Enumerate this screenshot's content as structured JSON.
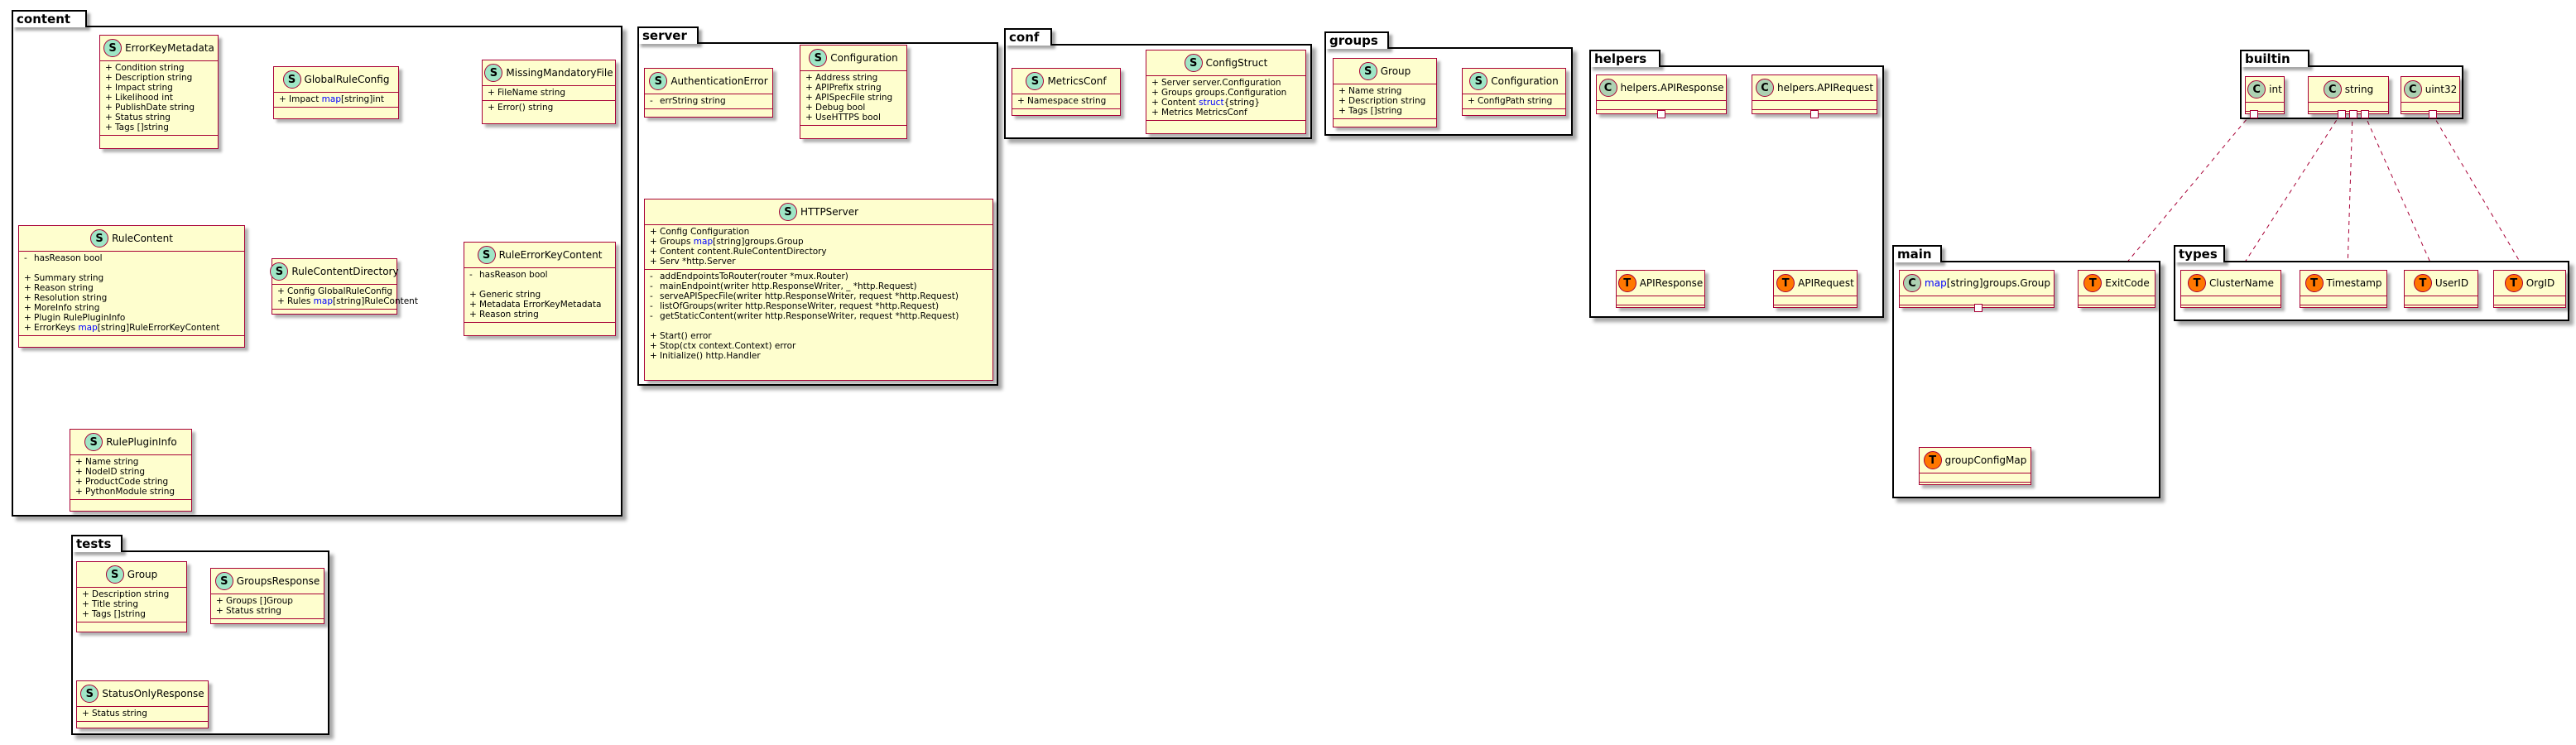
{
  "packages": {
    "content": {
      "title": "content",
      "classes": {
        "ErrorKeyMetadata": {
          "name": "ErrorKeyMetadata",
          "stereotype": "S",
          "fields": [
            {
              "vis": "+",
              "text": "Condition string"
            },
            {
              "vis": "+",
              "text": "Description string"
            },
            {
              "vis": "+",
              "text": "Impact string"
            },
            {
              "vis": "+",
              "text": "Likelihood int"
            },
            {
              "vis": "+",
              "text": "PublishDate string"
            },
            {
              "vis": "+",
              "text": "Status string"
            },
            {
              "vis": "+",
              "text": "Tags []string"
            }
          ]
        },
        "GlobalRuleConfig": {
          "name": "GlobalRuleConfig",
          "stereotype": "S",
          "fields": [
            {
              "vis": "+",
              "pre": "Impact ",
              "kw": "map",
              "post": "[string]int"
            }
          ]
        },
        "MissingMandatoryFile": {
          "name": "MissingMandatoryFile",
          "stereotype": "S",
          "fields": [
            {
              "vis": "+",
              "text": "FileName string"
            }
          ],
          "methods": [
            {
              "vis": "+",
              "text": "Error() string"
            }
          ]
        },
        "RuleContent": {
          "name": "RuleContent",
          "stereotype": "S",
          "fields": [
            {
              "vis": "-",
              "text": "hasReason bool"
            },
            {
              "gap": true
            },
            {
              "vis": "+",
              "text": "Summary string"
            },
            {
              "vis": "+",
              "text": "Reason string"
            },
            {
              "vis": "+",
              "text": "Resolution string"
            },
            {
              "vis": "+",
              "text": "MoreInfo string"
            },
            {
              "vis": "+",
              "text": "Plugin RulePluginInfo"
            },
            {
              "vis": "+",
              "pre": "ErrorKeys ",
              "kw": "map",
              "post": "[string]RuleErrorKeyContent"
            }
          ]
        },
        "RuleContentDirectory": {
          "name": "RuleContentDirectory",
          "stereotype": "S",
          "fields": [
            {
              "vis": "+",
              "text": "Config GlobalRuleConfig"
            },
            {
              "vis": "+",
              "pre": "Rules ",
              "kw": "map",
              "post": "[string]RuleContent"
            }
          ]
        },
        "RuleErrorKeyContent": {
          "name": "RuleErrorKeyContent",
          "stereotype": "S",
          "fields": [
            {
              "vis": "-",
              "text": "hasReason bool"
            },
            {
              "gap": true
            },
            {
              "vis": "+",
              "text": "Generic string"
            },
            {
              "vis": "+",
              "text": "Metadata ErrorKeyMetadata"
            },
            {
              "vis": "+",
              "text": "Reason string"
            }
          ]
        },
        "RulePluginInfo": {
          "name": "RulePluginInfo",
          "stereotype": "S",
          "fields": [
            {
              "vis": "+",
              "text": "Name string"
            },
            {
              "vis": "+",
              "text": "NodeID string"
            },
            {
              "vis": "+",
              "text": "ProductCode string"
            },
            {
              "vis": "+",
              "text": "PythonModule string"
            }
          ]
        }
      }
    },
    "server": {
      "title": "server",
      "classes": {
        "AuthenticationError": {
          "name": "AuthenticationError",
          "stereotype": "S",
          "fields": [
            {
              "vis": "-",
              "text": "errString string"
            }
          ]
        },
        "Configuration": {
          "name": "Configuration",
          "stereotype": "S",
          "fields": [
            {
              "vis": "+",
              "text": "Address string"
            },
            {
              "vis": "+",
              "text": "APIPrefix string"
            },
            {
              "vis": "+",
              "text": "APISpecFile string"
            },
            {
              "vis": "+",
              "text": "Debug bool"
            },
            {
              "vis": "+",
              "text": "UseHTTPS bool"
            }
          ]
        },
        "HTTPServer": {
          "name": "HTTPServer",
          "stereotype": "S",
          "fields": [
            {
              "vis": "+",
              "text": "Config Configuration"
            },
            {
              "vis": "+",
              "pre": "Groups ",
              "kw": "map",
              "post": "[string]groups.Group"
            },
            {
              "vis": "+",
              "text": "Content content.RuleContentDirectory"
            },
            {
              "vis": "+",
              "text": "Serv *http.Server"
            }
          ],
          "methods": [
            {
              "vis": "-",
              "text": "addEndpointsToRouter(router *mux.Router)"
            },
            {
              "vis": "-",
              "text": "mainEndpoint(writer http.ResponseWriter, _ *http.Request)"
            },
            {
              "vis": "-",
              "text": "serveAPISpecFile(writer http.ResponseWriter, request *http.Request)"
            },
            {
              "vis": "-",
              "text": "listOfGroups(writer http.ResponseWriter, request *http.Request)"
            },
            {
              "vis": "-",
              "text": "getStaticContent(writer http.ResponseWriter, request *http.Request)"
            },
            {
              "gap": true
            },
            {
              "vis": "+",
              "text": "Start() error"
            },
            {
              "vis": "+",
              "text": "Stop(ctx context.Context) error"
            },
            {
              "vis": "+",
              "text": "Initialize() http.Handler"
            }
          ]
        }
      }
    },
    "conf": {
      "title": "conf",
      "classes": {
        "MetricsConf": {
          "name": "MetricsConf",
          "stereotype": "S",
          "fields": [
            {
              "vis": "+",
              "text": "Namespace string"
            }
          ]
        },
        "ConfigStruct": {
          "name": "ConfigStruct",
          "stereotype": "S",
          "fields": [
            {
              "vis": "+",
              "text": "Server server.Configuration"
            },
            {
              "vis": "+",
              "text": "Groups groups.Configuration"
            },
            {
              "vis": "+",
              "pre": "Content ",
              "kw": "struct",
              "post": "{string}"
            },
            {
              "vis": "+",
              "text": "Metrics MetricsConf"
            }
          ]
        }
      }
    },
    "groups": {
      "title": "groups",
      "classes": {
        "Group": {
          "name": "Group",
          "stereotype": "S",
          "fields": [
            {
              "vis": "+",
              "text": "Name string"
            },
            {
              "vis": "+",
              "text": "Description string"
            },
            {
              "vis": "+",
              "text": "Tags []string"
            }
          ]
        },
        "Configuration": {
          "name": "Configuration",
          "stereotype": "S",
          "fields": [
            {
              "vis": "+",
              "text": "ConfigPath string"
            }
          ]
        }
      }
    },
    "helpers": {
      "title": "helpers",
      "classes": {
        "helpersAPIResponse": {
          "name": "helpers.APIResponse",
          "stereotype": "C"
        },
        "helpersAPIRequest": {
          "name": "helpers.APIRequest",
          "stereotype": "C"
        },
        "APIResponse": {
          "name": "APIResponse",
          "stereotype": "T"
        },
        "APIRequest": {
          "name": "APIRequest",
          "stereotype": "T"
        }
      }
    },
    "builtin": {
      "title": "builtin",
      "classes": {
        "int": {
          "name": "int",
          "stereotype": "C"
        },
        "string": {
          "name": "string",
          "stereotype": "C"
        },
        "uint32": {
          "name": "uint32",
          "stereotype": "C"
        }
      }
    },
    "main": {
      "title": "main",
      "classes": {
        "mapGroup": {
          "name_kw": "map",
          "name_post": "[string]groups.Group",
          "stereotype": "C"
        },
        "ExitCode": {
          "name": "ExitCode",
          "stereotype": "T"
        },
        "groupConfigMap": {
          "name": "groupConfigMap",
          "stereotype": "T"
        }
      }
    },
    "types": {
      "title": "types",
      "classes": {
        "ClusterName": {
          "name": "ClusterName",
          "stereotype": "T"
        },
        "Timestamp": {
          "name": "Timestamp",
          "stereotype": "T"
        },
        "UserID": {
          "name": "UserID",
          "stereotype": "T"
        },
        "OrgID": {
          "name": "OrgID",
          "stereotype": "T"
        }
      }
    },
    "tests": {
      "title": "tests",
      "classes": {
        "Group": {
          "name": "Group",
          "stereotype": "S",
          "fields": [
            {
              "vis": "+",
              "text": "Description string"
            },
            {
              "vis": "+",
              "text": "Title string"
            },
            {
              "vis": "+",
              "text": "Tags []string"
            }
          ]
        },
        "GroupsResponse": {
          "name": "GroupsResponse",
          "stereotype": "S",
          "fields": [
            {
              "vis": "+",
              "text": "Groups []Group"
            },
            {
              "vis": "+",
              "text": "Status string"
            }
          ]
        },
        "StatusOnlyResponse": {
          "name": "StatusOnlyResponse",
          "stereotype": "S",
          "fields": [
            {
              "vis": "+",
              "text": "Status string"
            }
          ]
        }
      }
    }
  },
  "colors": {
    "class_fill": "#FEFECE",
    "class_border": "#A80036",
    "struct_badge": "#9FE6C6",
    "type_badge": "#FF7700",
    "class_badge": "#ADD1B2",
    "keyword": "#0000FF"
  }
}
